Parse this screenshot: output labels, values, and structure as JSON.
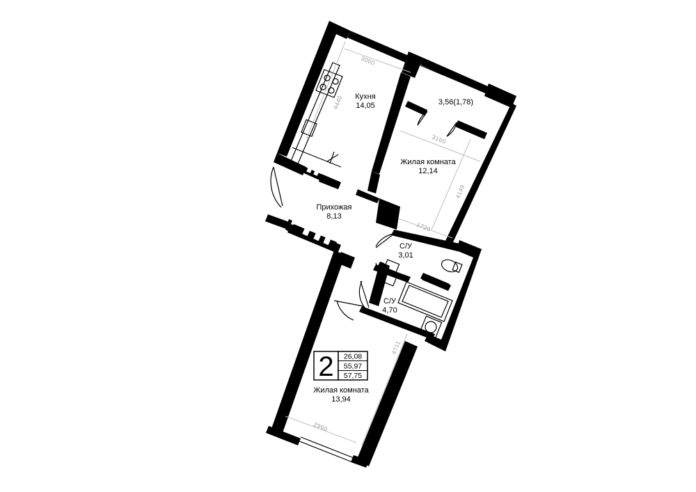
{
  "rooms": {
    "kitchen": {
      "name": "Кухня",
      "area": "14,05"
    },
    "balcony": {
      "area": "3,56(1,78)"
    },
    "living1": {
      "name": "Жилая комната",
      "area": "12,14"
    },
    "hallway": {
      "name": "Прихожая",
      "area": "8,13"
    },
    "bath1": {
      "name": "С/У",
      "area": "3,01"
    },
    "bath2": {
      "name": "С/У",
      "area": "4,70"
    },
    "living2": {
      "name": "Жилая комната",
      "area": "13,94"
    }
  },
  "dimensions": {
    "kitchen_width": "3060",
    "kitchen_length": "4440",
    "living1_width": "3160",
    "living1_length": "4149",
    "corridor_width": "1720",
    "living2_length": "4711",
    "living2_width": "2960"
  },
  "summary": {
    "rooms_count": "2",
    "living_area": "26,08",
    "total_area": "55,97",
    "total_area_with_balcony": "57,75"
  }
}
